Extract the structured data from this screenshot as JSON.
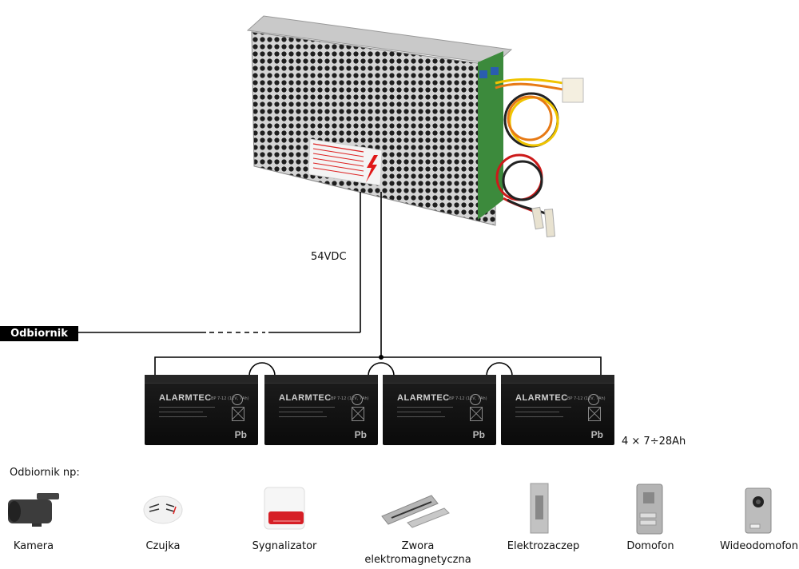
{
  "diagram": {
    "voltage_label": "54VDC",
    "receiver_label": "Odbiornik",
    "capacity_label": "4 × 7÷28Ah",
    "examples_heading": "Odbiornik np:",
    "power_supply": {
      "warning_label_icon": "high-voltage-icon"
    },
    "batteries": [
      {
        "brand": "ALARMTEC",
        "model": "BP 7-12 (12V, 7Ah)",
        "marking": "Pb"
      },
      {
        "brand": "ALARMTEC",
        "model": "BP 7-12 (12V, 7Ah)",
        "marking": "Pb"
      },
      {
        "brand": "ALARMTEC",
        "model": "BP 7-12 (12V, 7Ah)",
        "marking": "Pb"
      },
      {
        "brand": "ALARMTEC",
        "model": "BP 7-12 (12V, 7Ah)",
        "marking": "Pb"
      }
    ],
    "devices": [
      {
        "label": "Kamera",
        "icon": "camera-icon"
      },
      {
        "label": "Czujka",
        "icon": "smoke-detector-icon"
      },
      {
        "label": "Sygnalizator",
        "icon": "siren-icon"
      },
      {
        "label": "Zwora elektromagnetyczna",
        "icon": "magnetic-lock-icon"
      },
      {
        "label": "Elektrozaczep",
        "icon": "electric-strike-icon"
      },
      {
        "label": "Domofon",
        "icon": "intercom-icon"
      },
      {
        "label": "Wideodomofon",
        "icon": "video-intercom-icon"
      }
    ]
  }
}
